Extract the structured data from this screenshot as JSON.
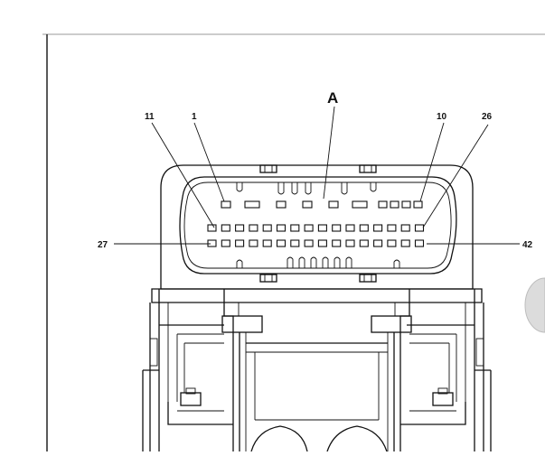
{
  "diagram": {
    "connector_label": "A",
    "pin_labels": {
      "p11": "11",
      "p1": "1",
      "p10": "10",
      "p26": "26",
      "p27": "27",
      "p42": "42"
    }
  }
}
